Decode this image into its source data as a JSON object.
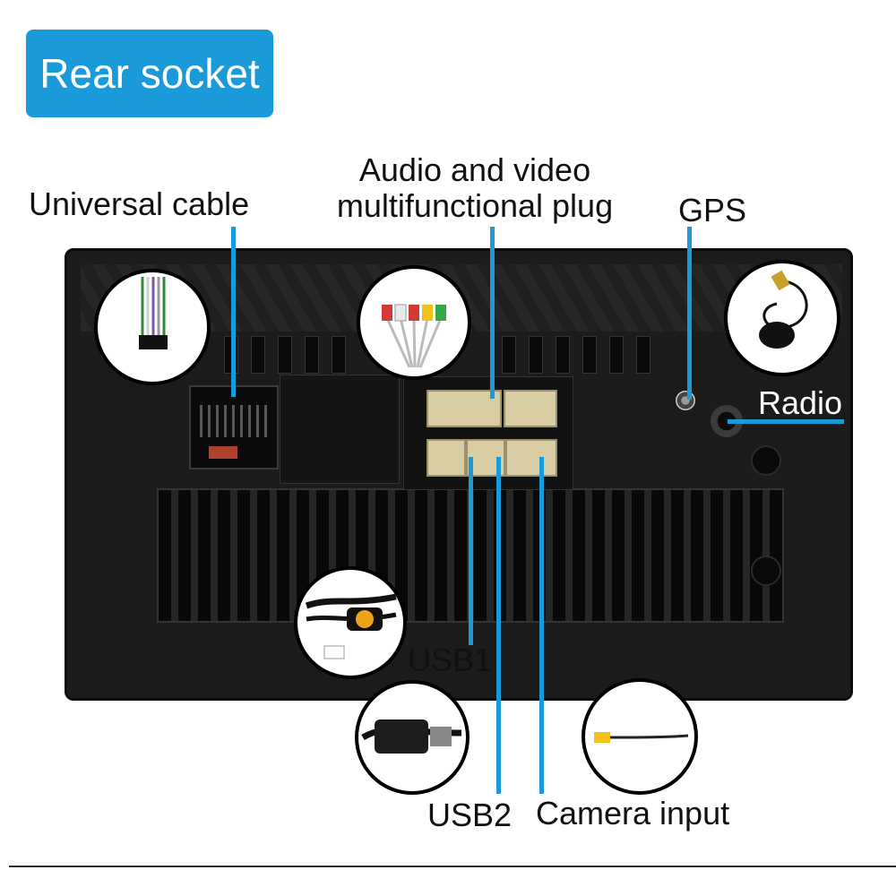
{
  "title": "Rear socket",
  "colors": {
    "accent": "#1a9ad8",
    "unit_body": "#1b1b1b",
    "plug": "#d8cda2"
  },
  "labels": {
    "universal_cable": "Universal cable",
    "av_plug_line1": "Audio and video",
    "av_plug_line2": "multifunctional plug",
    "gps": "GPS",
    "radio": "Radio",
    "usb1": "USB1",
    "usb2": "USB2",
    "camera_input": "Camera input"
  },
  "icons": [
    "universal-cable-harness-icon",
    "rca-cables-icon",
    "gps-antenna-icon",
    "usb1-cable-icon",
    "usb2-cable-icon",
    "camera-rca-cable-icon"
  ]
}
